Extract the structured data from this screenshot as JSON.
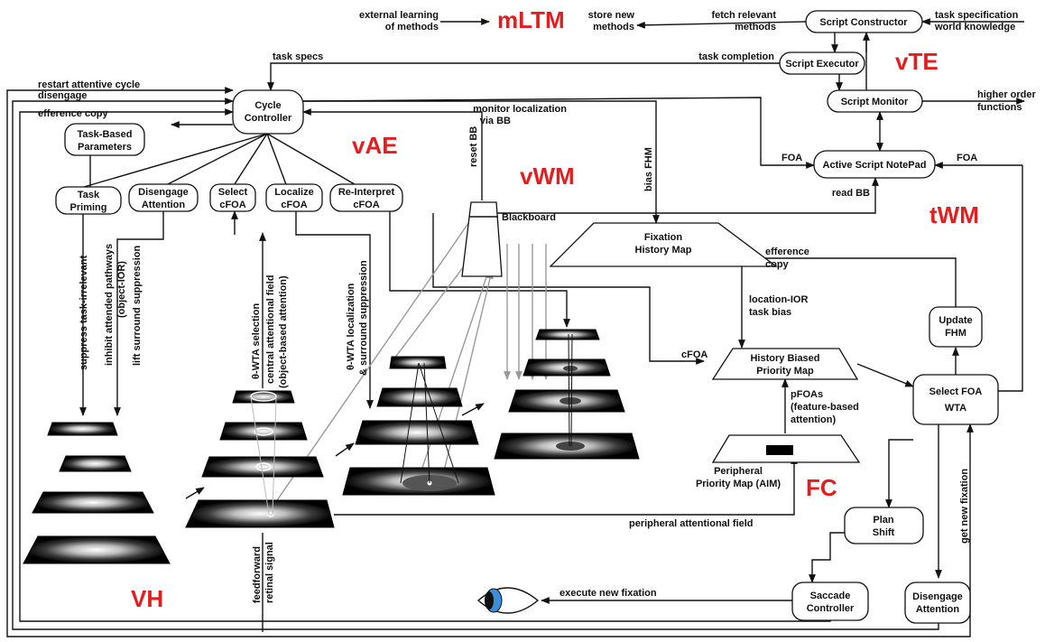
{
  "colors": {
    "module_label": "#e41e1e",
    "line": "#111111",
    "feedback_line": "#9a9a9a",
    "iris": "#3a8fd6",
    "map_fill": "#000000",
    "background": "#ffffff"
  },
  "modules": {
    "mltm": "mLTM",
    "vte": "vTE",
    "vae": "vAE",
    "vwm": "vWM",
    "twm": "tWM",
    "fc": "FC",
    "vh": "VH"
  },
  "boxes": {
    "script_constructor": [
      "Script Constructor"
    ],
    "script_executor": [
      "Script Executor"
    ],
    "script_monitor": [
      "Script Monitor"
    ],
    "active_script_notepad": [
      "Active Script NotePad"
    ],
    "cycle_controller": [
      "Cycle",
      "Controller"
    ],
    "task_based_parameters": [
      "Task-Based",
      "Parameters"
    ],
    "task_priming": [
      "Task",
      "Priming"
    ],
    "disengage_attention_top": [
      "Disengage",
      "Attention"
    ],
    "select_cfoa": [
      "Select",
      "cFOA"
    ],
    "localize_cfoa": [
      "Localize",
      "cFOA"
    ],
    "reinterpret_cfoa": [
      "Re-Interpret",
      "cFOA"
    ],
    "update_fhm": [
      "Update",
      "FHM"
    ],
    "select_foa_wta": [
      "Select FOA",
      "WTA"
    ],
    "plan_shift": [
      "Plan",
      "Shift"
    ],
    "saccade_controller": [
      "Saccade",
      "Controller"
    ],
    "disengage_attention_bottom": [
      "Disengage",
      "Attention"
    ]
  },
  "maps": {
    "fixation_history_map": [
      "Fixation",
      "History Map"
    ],
    "history_biased_priority_map": [
      "History Biased",
      "Priority Map"
    ],
    "peripheral_priority_map": [
      "Peripheral",
      "Priority Map (AIM)"
    ],
    "blackboard": "Blackboard"
  },
  "labels": {
    "external_learning": [
      "external learning",
      "of methods"
    ],
    "store_new_methods": [
      "store new",
      "methods"
    ],
    "fetch_relevant_methods": [
      "fetch relevant",
      "methods"
    ],
    "task_spec_world": [
      "task specification",
      "world knowledge"
    ],
    "task_specs": "task specs",
    "task_completion": "task completion",
    "restart_attentive_cycle": "restart attentive cycle",
    "disengage": "disengage",
    "efference_copy_left": "efference copy",
    "monitor_localization": [
      "monitor localization",
      "via BB"
    ],
    "higher_order_functions": [
      "higher order",
      "functions"
    ],
    "foa_left": "FOA",
    "foa_right": "FOA",
    "reset_bb": "reset BB",
    "bias_fhm": "bias FHM",
    "read_bb": "read BB",
    "efference_copy_right": [
      "efference",
      "copy"
    ],
    "location_ior": [
      "location-IOR",
      "task bias"
    ],
    "cfoa": "cFOA",
    "pfoas": [
      "pFOAs",
      "(feature-based",
      "attention)"
    ],
    "suppress_task_irrelevant": "suppress task-irrelevant",
    "inhibit_attended_pathways": [
      "inhibit attended pathways",
      "(object-IOR)"
    ],
    "lift_surround_suppression": "lift surround suppression",
    "theta_wta_selection": "θ-WTA selection",
    "central_attentional_field": [
      "central attentional field",
      "(object-based attention)"
    ],
    "theta_wta_localization": [
      "θ-WTA  localization",
      "& surround suppression"
    ],
    "peripheral_attentional_field": "peripheral attentional field",
    "feedforward_retinal_signal": [
      "feedforward",
      "retinal signal"
    ],
    "execute_new_fixation": "execute new fixation",
    "get_new_fixation": "get new fixation"
  }
}
